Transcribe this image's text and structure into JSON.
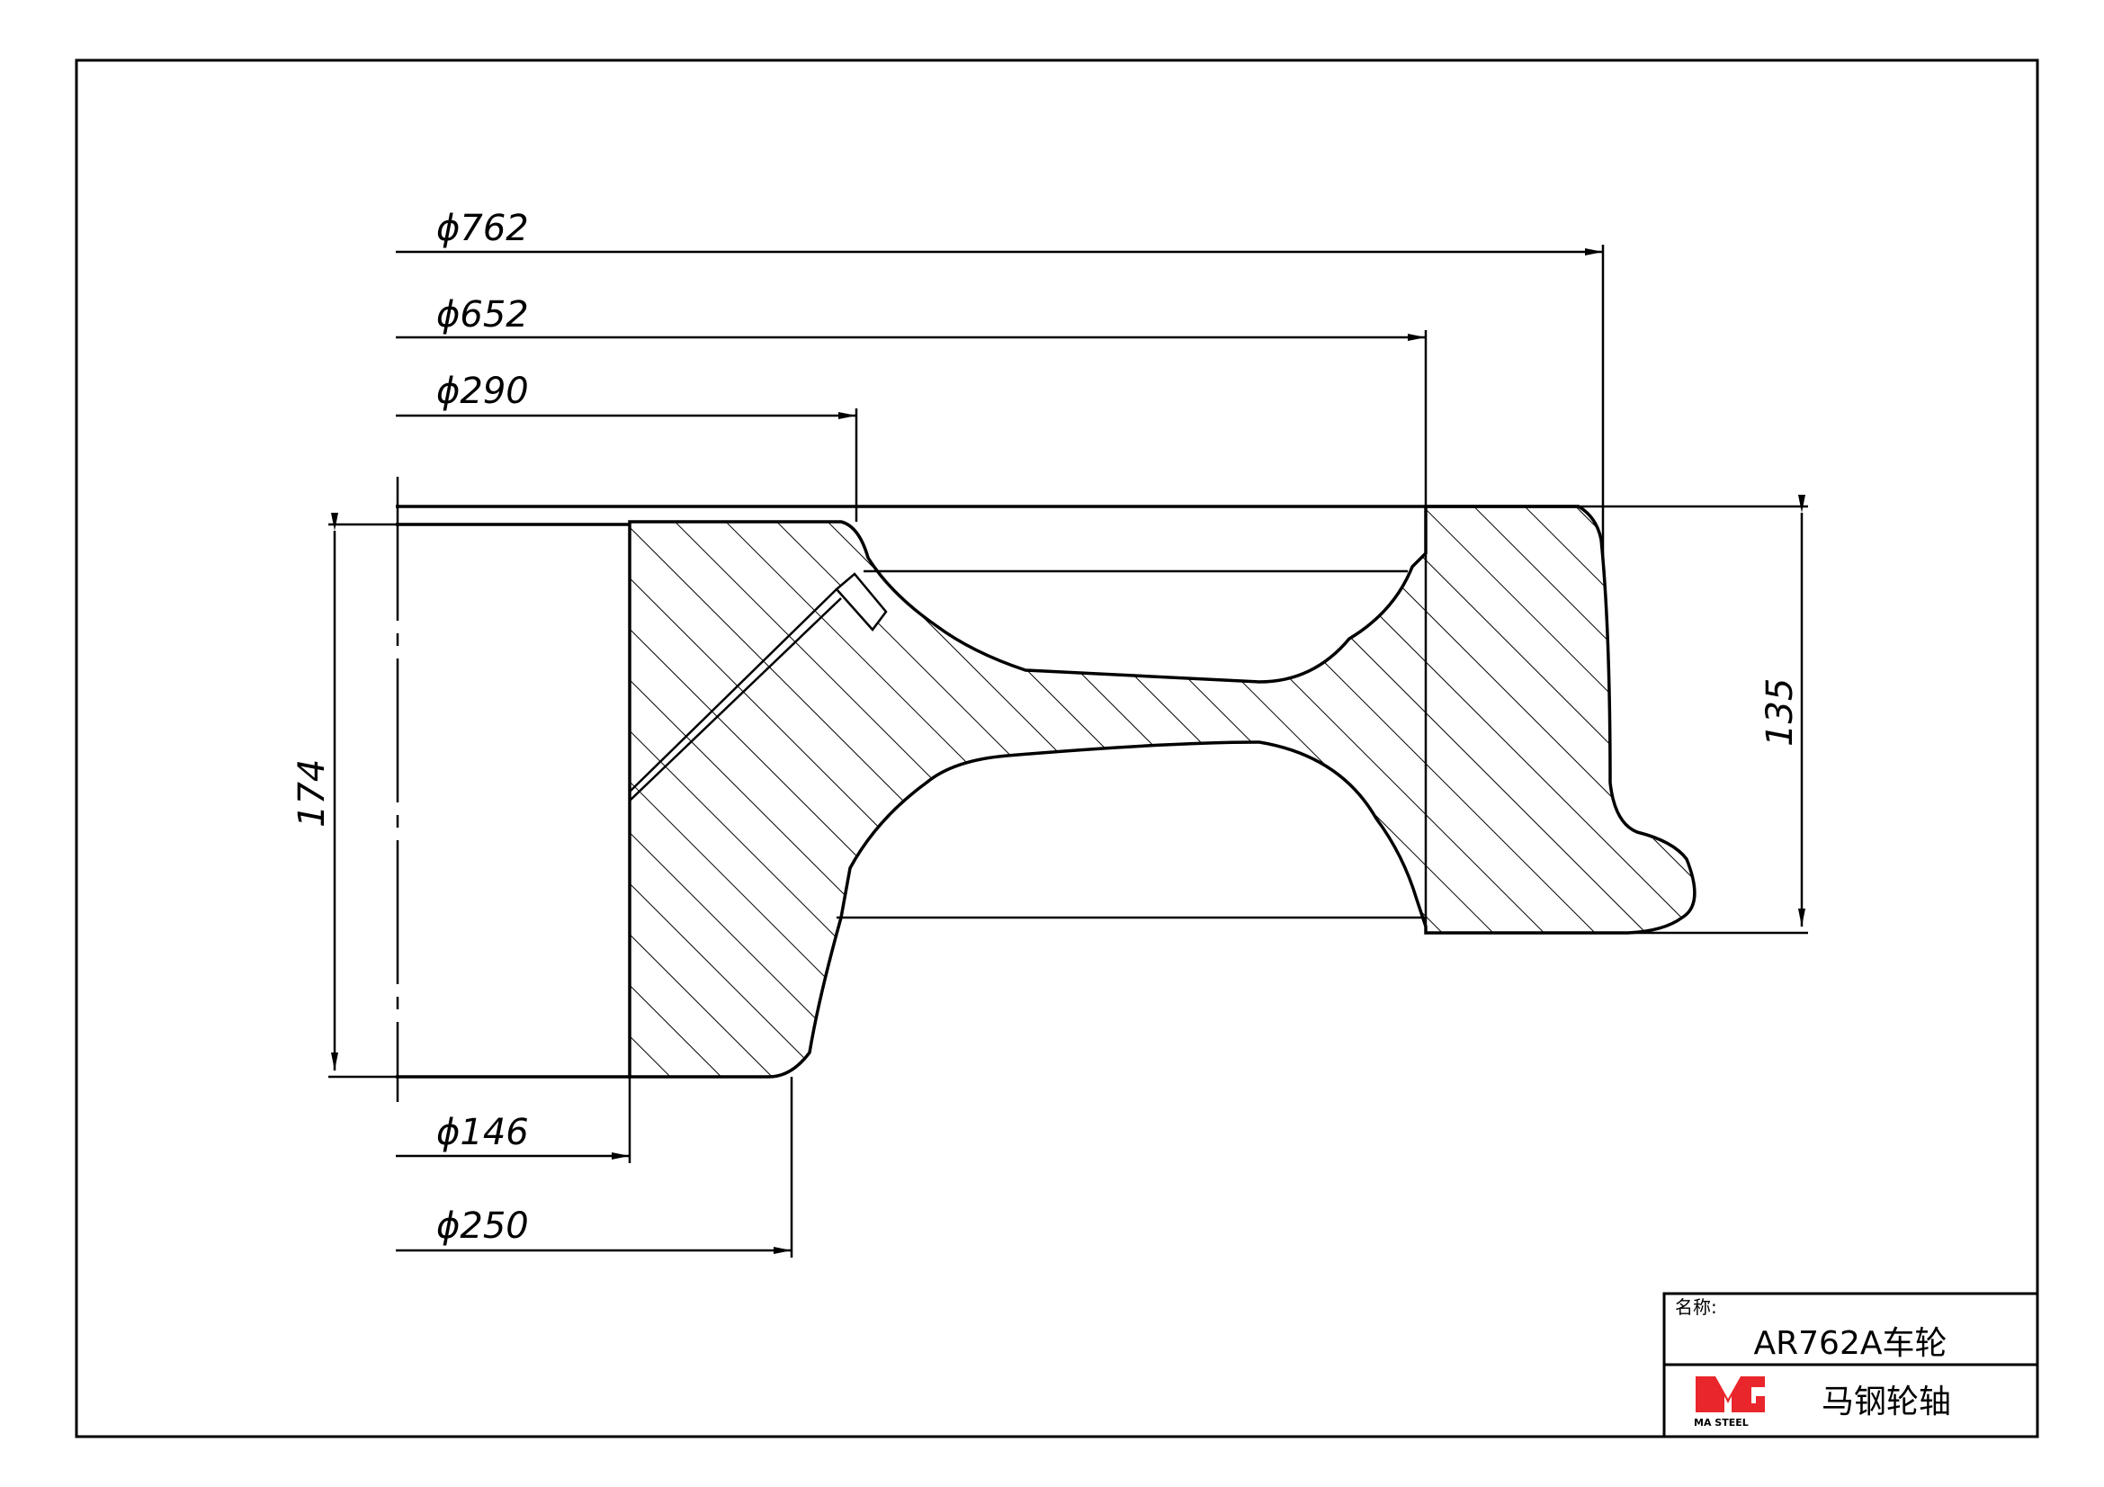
{
  "dimensions": {
    "d762": "ϕ762",
    "d652": "ϕ652",
    "d290": "ϕ290",
    "d146": "ϕ146",
    "d250": "ϕ250",
    "h174": "174",
    "h135": "135"
  },
  "title_block": {
    "name_label": "名称:",
    "part_name": "AR762A车轮",
    "logo_text": "MA STEEL",
    "company": "马钢轮轴"
  },
  "colors": {
    "line": "#000000",
    "logo_red": "#e8262b",
    "background": "#ffffff"
  }
}
